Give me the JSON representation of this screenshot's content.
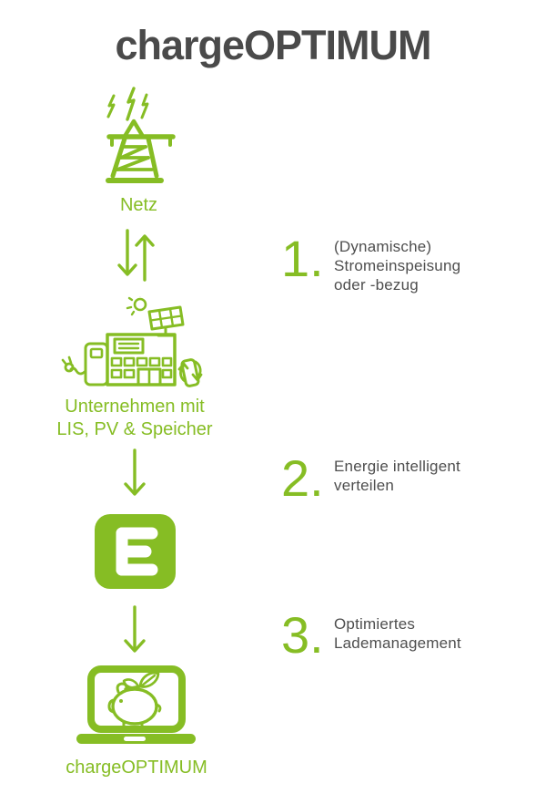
{
  "colors": {
    "green": "#86bd24",
    "dark": "#4a4a4a",
    "text": "#4e4e4e"
  },
  "header": {
    "title": "chargeOPTIMUM"
  },
  "flow": {
    "grid": {
      "label": "Netz"
    },
    "company": {
      "label_line1": "Unternehmen mit",
      "label_line2": "LIS, PV & Speicher"
    },
    "logo": {
      "letter": "E"
    },
    "product": {
      "label": "chargeOPTIMUM"
    }
  },
  "steps": [
    {
      "number": "1.",
      "line1": "(Dynamische)",
      "line2": "Stromeinspeisung",
      "line3": "oder -bezug"
    },
    {
      "number": "2.",
      "line1": "Energie intelligent",
      "line2": "verteilen",
      "line3": ""
    },
    {
      "number": "3.",
      "line1": "Optimiertes",
      "line2": "Lademanagement",
      "line3": ""
    }
  ],
  "icons": {
    "grid": "power-pylon-icon",
    "exchange": "bidirectional-arrows-icon",
    "company": "company-solar-storage-icon",
    "logo": "e-logo-icon",
    "flow_arrow": "down-arrow-icon",
    "product": "laptop-piggy-bank-icon"
  }
}
